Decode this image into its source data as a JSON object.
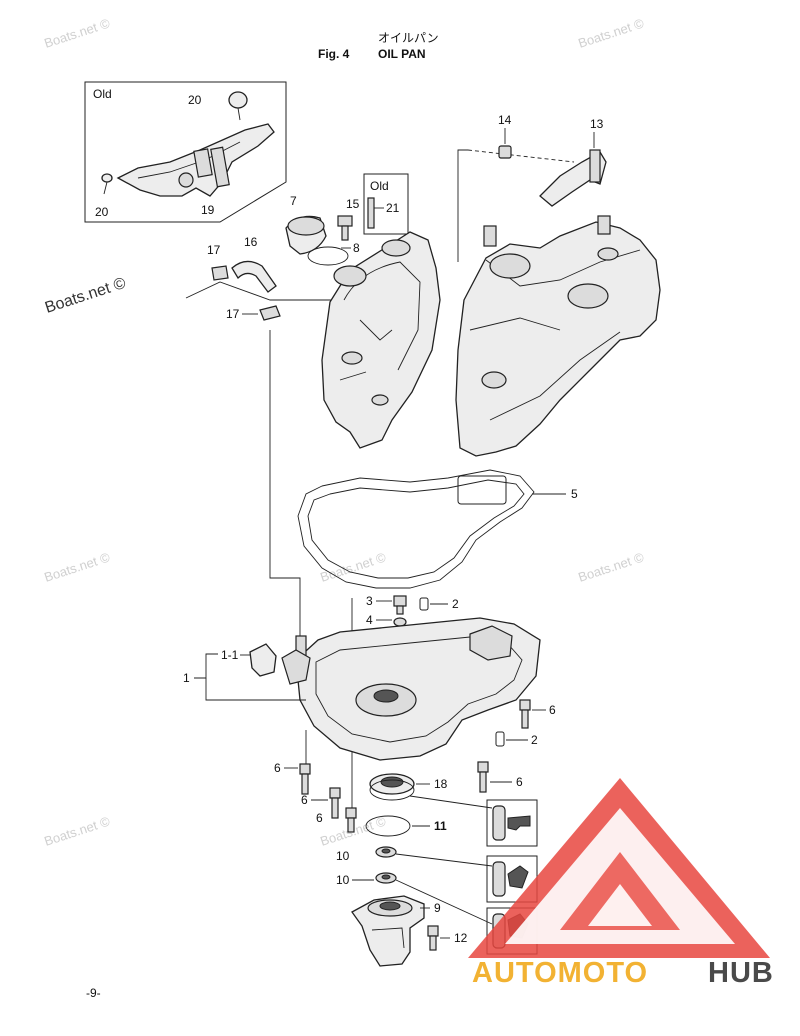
{
  "header": {
    "japanese": "オイルパン",
    "fig": "Fig. 4",
    "title": "OIL PAN"
  },
  "watermark": "Boats.net ©",
  "inset_old_label": "Old",
  "callouts": {
    "c1": "1",
    "c1_1": "1-1",
    "c2a": "2",
    "c2b": "2",
    "c3": "3",
    "c4": "4",
    "c5": "5",
    "c6a": "6",
    "c6b": "6",
    "c6c": "6",
    "c6d": "6",
    "c6e": "6",
    "c7": "7",
    "c8": "8",
    "c9": "9",
    "c10a": "10",
    "c10b": "10",
    "c11": "11",
    "c12": "12",
    "c13": "13",
    "c14": "14",
    "c15": "15",
    "c16": "16",
    "c17a": "17",
    "c17b": "17",
    "c18": "18",
    "c19": "19",
    "c20a": "20",
    "c20b": "20",
    "c21": "21"
  },
  "footer": {
    "page": "-9-"
  },
  "logo": {
    "part1": "AUTOMOTO",
    "part2": "HUB",
    "color_accent": "#e8473f",
    "color_gold": "#f2b233",
    "color_dark": "#4a4a4a"
  }
}
